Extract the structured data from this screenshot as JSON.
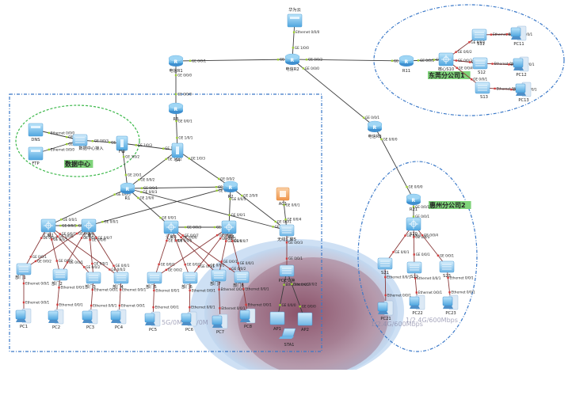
{
  "diagram": {
    "title": "Network topology",
    "zones": [
      {
        "id": "campus",
        "label": "",
        "style": "dash-dot-rect",
        "color": "#3a78c8"
      },
      {
        "id": "dc",
        "label": "数据中心",
        "style": "dashed-ellipse",
        "color": "#3cb84a",
        "label_bg": "#7fd37a"
      },
      {
        "id": "dongguan",
        "label": "东莞分公司1",
        "style": "dashed-ellipse",
        "color": "#3a78c8",
        "label_bg": "#7fd37a"
      },
      {
        "id": "huizhou",
        "label": "惠州分公司2",
        "style": "dashed-ellipse",
        "color": "#3a78c8",
        "label_bg": "#7fd37a"
      }
    ],
    "devices": [
      {
        "id": "hw",
        "label": "华为云",
        "type": "server"
      },
      {
        "id": "ctR1",
        "label": "电信R1",
        "type": "router"
      },
      {
        "id": "ctR2",
        "label": "电信R2",
        "type": "router"
      },
      {
        "id": "ctR3",
        "label": "电信R3",
        "type": "router"
      },
      {
        "id": "R3",
        "label": "R3",
        "type": "router"
      },
      {
        "id": "sw4",
        "label": "S4",
        "type": "switch3"
      },
      {
        "id": "FW",
        "label": "FW",
        "type": "firewall"
      },
      {
        "id": "dcsw",
        "label": "数据中心接入",
        "type": "switch"
      },
      {
        "id": "DNS",
        "label": "DNS",
        "type": "server"
      },
      {
        "id": "FTP",
        "label": "FTP",
        "type": "server"
      },
      {
        "id": "R1",
        "label": "R1",
        "type": "router"
      },
      {
        "id": "R2",
        "label": "R2",
        "type": "router"
      },
      {
        "id": "AC1",
        "label": "AC1",
        "type": "ac"
      },
      {
        "id": "hj1",
        "label": "汇聚1",
        "type": "l3switch"
      },
      {
        "id": "hj2",
        "label": "汇聚2",
        "type": "l3switch"
      },
      {
        "id": "hj3",
        "label": "汇聚3",
        "type": "l3switch"
      },
      {
        "id": "hj4",
        "label": "汇聚4",
        "type": "l3switch"
      },
      {
        "id": "wlhj",
        "label": "无线汇聚5",
        "type": "switch"
      },
      {
        "id": "poe",
        "label": "POE交换",
        "type": "switch"
      },
      {
        "id": "b1",
        "label": "部门1",
        "type": "switch"
      },
      {
        "id": "b2",
        "label": "部门2",
        "type": "switch"
      },
      {
        "id": "b3",
        "label": "部门3",
        "type": "switch"
      },
      {
        "id": "b4",
        "label": "部门4",
        "type": "switch"
      },
      {
        "id": "b5",
        "label": "部门5",
        "type": "switch"
      },
      {
        "id": "b6",
        "label": "部门6",
        "type": "switch"
      },
      {
        "id": "b7",
        "label": "部门7",
        "type": "switch"
      },
      {
        "id": "b8",
        "label": "部门8",
        "type": "switch"
      },
      {
        "id": "PC1",
        "label": "PC1",
        "type": "pc"
      },
      {
        "id": "PC2",
        "label": "PC2",
        "type": "pc"
      },
      {
        "id": "PC3",
        "label": "PC3",
        "type": "pc"
      },
      {
        "id": "PC4",
        "label": "PC4",
        "type": "pc"
      },
      {
        "id": "PC5",
        "label": "PC5",
        "type": "pc"
      },
      {
        "id": "PC6",
        "label": "PC6",
        "type": "pc"
      },
      {
        "id": "PC7",
        "label": "PC7",
        "type": "pc"
      },
      {
        "id": "PC8",
        "label": "PC8",
        "type": "pc"
      },
      {
        "id": "AP1",
        "label": "AP1",
        "type": "ap"
      },
      {
        "id": "AP2",
        "label": "AP2",
        "type": "ap"
      },
      {
        "id": "STA1",
        "label": "STA1",
        "type": "laptop"
      },
      {
        "id": "R11",
        "label": "R11",
        "type": "router"
      },
      {
        "id": "S10",
        "label": "核心S10",
        "type": "l3switch"
      },
      {
        "id": "S11",
        "label": "S11",
        "type": "switch"
      },
      {
        "id": "S12",
        "label": "S12",
        "type": "switch"
      },
      {
        "id": "S13",
        "label": "S13",
        "type": "switch"
      },
      {
        "id": "PC11",
        "label": "PC11",
        "type": "pc"
      },
      {
        "id": "PC12",
        "label": "PC12",
        "type": "pc"
      },
      {
        "id": "PC13",
        "label": "PC13",
        "type": "pc"
      },
      {
        "id": "R21",
        "label": "R21",
        "type": "router"
      },
      {
        "id": "S20",
        "label": "S20",
        "type": "l3switch"
      },
      {
        "id": "S21",
        "label": "S21",
        "type": "switch"
      },
      {
        "id": "S22",
        "label": "S22",
        "type": "switch"
      },
      {
        "id": "S23",
        "label": "S23",
        "type": "switch"
      },
      {
        "id": "PC21",
        "label": "PC21",
        "type": "pc"
      },
      {
        "id": "PC22",
        "label": "PC22",
        "type": "pc"
      },
      {
        "id": "PC23",
        "label": "PC23",
        "type": "pc"
      }
    ],
    "links": [
      {
        "a": "hw",
        "b": "ctR2",
        "a_port": "Ethernet 0/0/0",
        "b_port": "GE 1/0/0"
      },
      {
        "a": "ctR1",
        "b": "ctR2",
        "a_port": "GE 0/0/1",
        "b_port": "GE 0/0/1"
      },
      {
        "a": "ctR2",
        "b": "R11",
        "a_port": "GE 0/0/2",
        "b_port": "GE 0/0/0"
      },
      {
        "a": "ctR2",
        "b": "ctR3",
        "a_port": "GE 0/0/0",
        "b_port": "GE 0/0/1"
      },
      {
        "a": "ctR1",
        "b": "R3",
        "a_port": "GE 0/0/0",
        "b_port": "GE 0/0/0"
      },
      {
        "a": "R3",
        "b": "sw4",
        "a_port": "GE 0/0/1",
        "b_port": "GE 1/0/1"
      },
      {
        "a": "sw4",
        "b": "R1",
        "a_port": "GE 1/0/2",
        "b_port": "GE 0/0/2"
      },
      {
        "a": "sw4",
        "b": "R2",
        "a_port": "GE 1/0/3",
        "b_port": "GE 0/0/2"
      },
      {
        "a": "FW",
        "b": "sw4",
        "a_port": "GE 1/0/3",
        "b_port": "GE 1/0/4"
      },
      {
        "a": "FW",
        "b": "R1",
        "a_port": "GE 3/0/2",
        "b_port": "GE 2/0/1"
      },
      {
        "a": "dcsw",
        "b": "FW",
        "a_port": "GE 0/0/3",
        "b_port": "GE 1/0/1"
      },
      {
        "a": "DNS",
        "b": "dcsw",
        "a_port": "Ethernet 0/0/0",
        "b_port": "GE 0/0/1"
      },
      {
        "a": "FTP",
        "b": "dcsw",
        "a_port": "Ethernet 0/0/0",
        "b_port": "GE 0/0/2"
      },
      {
        "a": "R1",
        "b": "R2",
        "a_port": "GE 0/0/1",
        "b_port": "GE 0/0/1"
      },
      {
        "a": "R1",
        "b": "hj1",
        "a_port": "GE 0/0/5",
        "b_port": "GE 0/0/1"
      },
      {
        "a": "R1",
        "b": "hj3",
        "a_port": "GE 2/0/0",
        "b_port": "GE 0/0/1"
      },
      {
        "a": "R2",
        "b": "hj2",
        "a_port": "GE 0/0/3",
        "b_port": "GE 0/0/1"
      },
      {
        "a": "R2",
        "b": "hj4",
        "a_port": "GE 0/0/5",
        "b_port": "GE 0/0/1"
      },
      {
        "a": "R2",
        "b": "wlhj",
        "a_port": "GE 2/0/0",
        "b_port": "GE 0/0/1"
      },
      {
        "a": "R1",
        "b": "wlhj",
        "a_port": "GE 0/0/3",
        "b_port": "GE 0/0/2"
      },
      {
        "a": "AC1",
        "b": "wlhj",
        "a_port": "GE 0/0/1",
        "b_port": "GE 0/0/4"
      },
      {
        "a": "wlhj",
        "b": "poe",
        "a_port": "GE 0/0/3",
        "b_port": "GE 0/0/1"
      },
      {
        "a": "poe",
        "b": "AP1",
        "a_port": "Ethernet 0/0/2",
        "b_port": "GE 0/0/0"
      },
      {
        "a": "poe",
        "b": "AP2",
        "a_port": "Ethernet 0/0/2",
        "b_port": "GE 0/0/0"
      },
      {
        "a": "hj1",
        "b": "hj2",
        "a_port": "GE 0/0/3",
        "b_port": "GE 0/0/3"
      },
      {
        "a": "hj3",
        "b": "hj4",
        "a_port": "GE 0/0/3",
        "b_port": "GE 0/0/3"
      },
      {
        "a": "hj1",
        "b": "b1",
        "a_port": "GE 0/0/4",
        "b_port": "GE 0/0/1"
      },
      {
        "a": "hj1",
        "b": "b2",
        "a_port": "GE 0/0/5",
        "b_port": "GE 0/0/2"
      },
      {
        "a": "hj1",
        "b": "b3",
        "a_port": "GE 0/0/6",
        "b_port": "GE 0/0/2"
      },
      {
        "a": "hj1",
        "b": "b4",
        "a_port": "GE 0/0/7",
        "b_port": "GE 0/0/2"
      },
      {
        "a": "hj2",
        "b": "b1",
        "a_port": "GE 0/0/4",
        "b_port": "GE 0/0/2"
      },
      {
        "a": "hj2",
        "b": "b2",
        "a_port": "GE 0/0/5",
        "b_port": "GE 0/0/1"
      },
      {
        "a": "hj2",
        "b": "b3",
        "a_port": "GE 0/0/6",
        "b_port": "GE 0/0/1"
      },
      {
        "a": "hj2",
        "b": "b4",
        "a_port": "GE 0/0/7",
        "b_port": "GE 0/0/1"
      },
      {
        "a": "hj3",
        "b": "b5",
        "a_port": "GE 0/0/4",
        "b_port": "GE 0/0/1"
      },
      {
        "a": "hj3",
        "b": "b6",
        "a_port": "GE 0/0/5",
        "b_port": "GE 0/0/2"
      },
      {
        "a": "hj3",
        "b": "b7",
        "a_port": "GE 0/0/6",
        "b_port": "GE 0/0/2"
      },
      {
        "a": "hj3",
        "b": "b8",
        "a_port": "GE 0/0/7",
        "b_port": "GE 0/0/2"
      },
      {
        "a": "hj4",
        "b": "b5",
        "a_port": "GE 0/0/4",
        "b_port": "GE 0/0/2"
      },
      {
        "a": "hj4",
        "b": "b6",
        "a_port": "GE 0/0/5",
        "b_port": "GE 0/0/1"
      },
      {
        "a": "hj4",
        "b": "b7",
        "a_port": "GE 0/0/6",
        "b_port": "GE 0/0/1"
      },
      {
        "a": "hj4",
        "b": "b8",
        "a_port": "GE 0/0/7",
        "b_port": "GE 0/0/1"
      },
      {
        "a": "b1",
        "b": "PC1",
        "a_port": "Ethernet 0/0/1",
        "b_port": "Ethernet 0/0/1"
      },
      {
        "a": "b2",
        "b": "PC2",
        "a_port": "Ethernet 0/0/1",
        "b_port": "Ethernet 0/0/1"
      },
      {
        "a": "b3",
        "b": "PC3",
        "a_port": "Ethernet 0/0/1",
        "b_port": "Ethernet 0/0/1"
      },
      {
        "a": "b4",
        "b": "PC4",
        "a_port": "Ethernet 0/0/1",
        "b_port": "Ethernet 0/0/1"
      },
      {
        "a": "b5",
        "b": "PC5",
        "a_port": "Ethernet 0/0/1",
        "b_port": "Ethernet 0/0/1"
      },
      {
        "a": "b6",
        "b": "PC6",
        "a_port": "Ethernet 0/0/1",
        "b_port": "Ethernet 0/0/1"
      },
      {
        "a": "b7",
        "b": "PC7",
        "a_port": "Ethernet 0/0/1",
        "b_port": "Ethernet 0/0/1"
      },
      {
        "a": "b8",
        "b": "PC8",
        "a_port": "Ethernet 0/0/1",
        "b_port": "Ethernet 0/0/1"
      },
      {
        "a": "R11",
        "b": "S10",
        "a_port": "GE 0/0/1",
        "b_port": "GE 0/0/1"
      },
      {
        "a": "S10",
        "b": "S11",
        "a_port": "GE 0/0/2",
        "b_port": "GE 0/0/1"
      },
      {
        "a": "S10",
        "b": "S12",
        "a_port": "GE 0/0/3",
        "b_port": "GE 0/0/1"
      },
      {
        "a": "S10",
        "b": "S13",
        "a_port": "GE 0/0/4",
        "b_port": "GE 0/0/1"
      },
      {
        "a": "S11",
        "b": "PC11",
        "a_port": "Ethernet 0/0/1",
        "b_port": "Ethernet 0/0/1"
      },
      {
        "a": "S12",
        "b": "PC12",
        "a_port": "Ethernet 0/0/1",
        "b_port": "Ethernet 0/0/1"
      },
      {
        "a": "S13",
        "b": "PC13",
        "a_port": "Ethernet 0/0/1",
        "b_port": "Ethernet 0/0/1"
      },
      {
        "a": "ctR3",
        "b": "R21",
        "a_port": "GE 0/0/0",
        "b_port": "GE 0/0/0"
      },
      {
        "a": "R21",
        "b": "S20",
        "a_port": "GE 0/0/1",
        "b_port": "GE 0/0/1"
      },
      {
        "a": "S20",
        "b": "S21",
        "a_port": "GE 0/0/2",
        "b_port": "GE 0/0/1"
      },
      {
        "a": "S20",
        "b": "S22",
        "a_port": "GE 0/0/3",
        "b_port": "GE 0/0/1"
      },
      {
        "a": "S20",
        "b": "S23",
        "a_port": "GE 0/0/4",
        "b_port": "GE 0/0/1"
      },
      {
        "a": "S21",
        "b": "PC21",
        "a_port": "Ethernet 0/0/1",
        "b_port": "Ethernet 0/0/1"
      },
      {
        "a": "S22",
        "b": "PC22",
        "a_port": "Ethernet 0/0/1",
        "b_port": "Ethernet 0/0/1"
      },
      {
        "a": "S23",
        "b": "PC23",
        "a_port": "Ethernet 0/0/1",
        "b_port": "Ethernet 0/0/1"
      }
    ],
    "watermarks": [
      "5G/0M",
      "/0M",
      "1/2.4G/600Mbps",
      "1/2.4G/600Mbps"
    ]
  }
}
